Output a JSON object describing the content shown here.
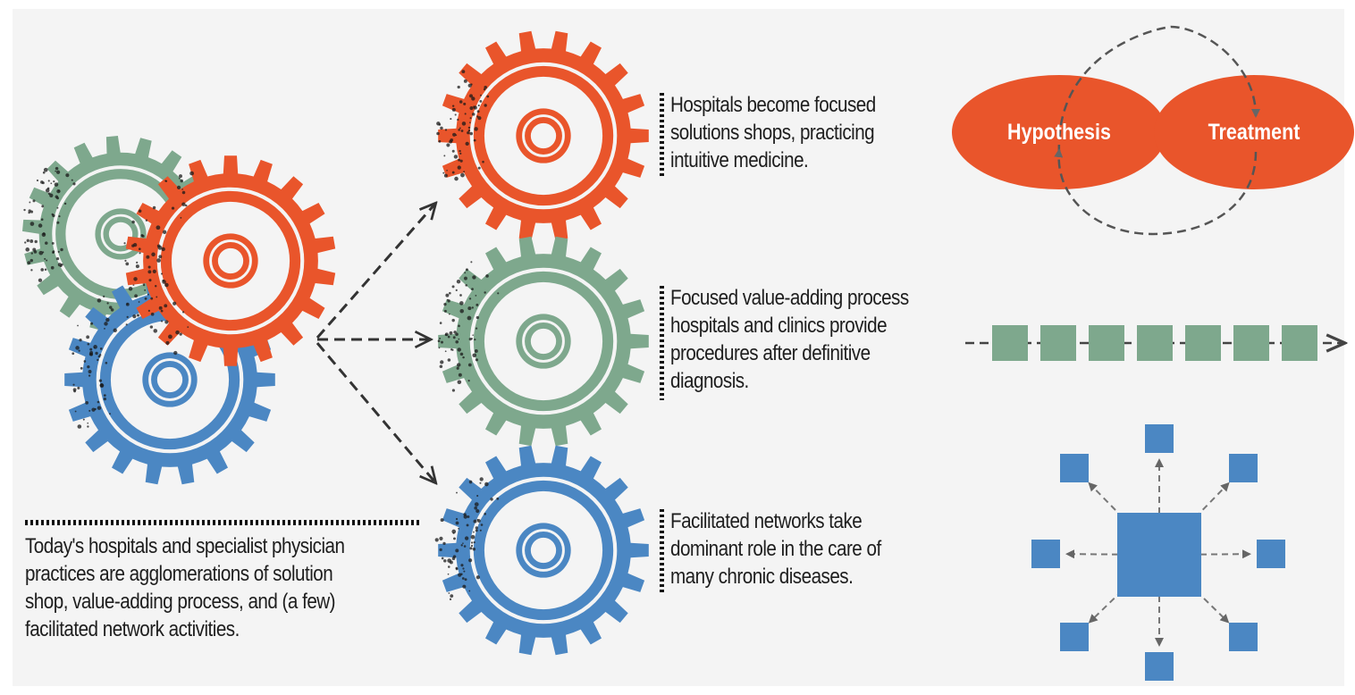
{
  "colors": {
    "orange": "#e9552b",
    "green": "#7ea88d",
    "blue": "#4b87c3",
    "text": "#1e1e1e",
    "background": "#f4f4f4"
  },
  "legend_left": {
    "caption": "Today's hospitals and specialist physician\npractices are agglomerations of solution\nshop, value-adding process, and (a few)\nfacilitated network activities."
  },
  "models": [
    {
      "id": "solution-shop",
      "gear_color": "orange",
      "caption": "Hospitals become focused\nsolutions shops, practicing\nintuitive medicine."
    },
    {
      "id": "value-adding-process",
      "gear_color": "green",
      "caption": "Focused value-adding process\nhospitals and clinics provide\nprocedures after definitive\ndiagnosis."
    },
    {
      "id": "facilitated-network",
      "gear_color": "blue",
      "caption": "Facilitated networks take\ndominant role in the care of\nmany chronic diseases."
    }
  ],
  "cycle": {
    "left_label": "Hypothesis",
    "right_label": "Treatment"
  },
  "process_chain": {
    "steps": 7
  },
  "network": {
    "satellites": 8
  }
}
